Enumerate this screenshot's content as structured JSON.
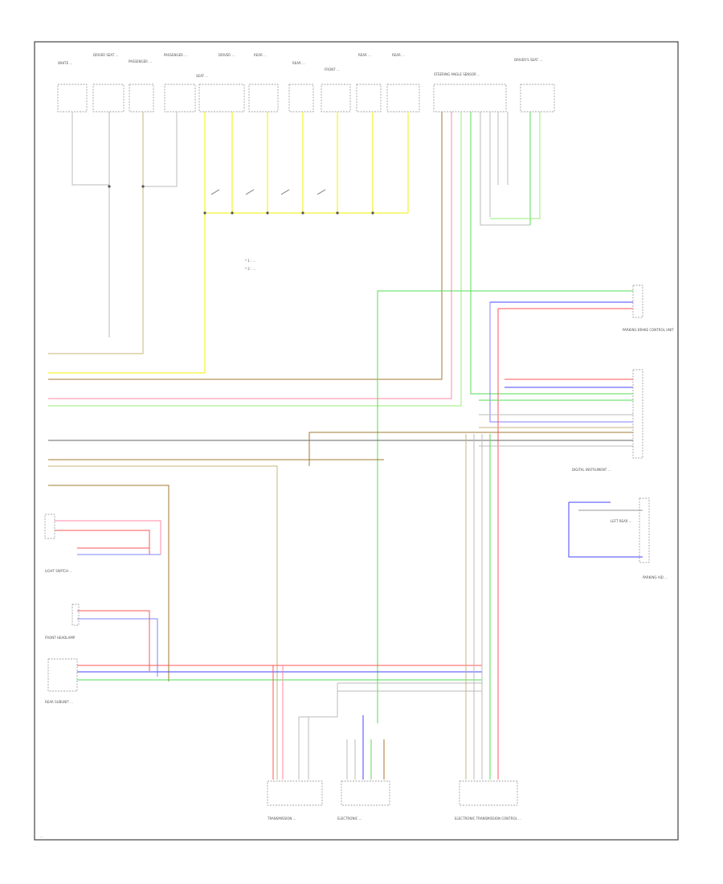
{
  "diagram": {
    "colors": {
      "yellow": "#f2f200",
      "red": "#ff5555",
      "pink": "#ff8aa8",
      "green": "#55dd55",
      "lightgreen": "#99ee77",
      "blue": "#4444ff",
      "brown": "#a07a30",
      "tan": "#c8b478",
      "gray": "#999999",
      "darkgray": "#666666"
    },
    "page_footer": "...",
    "top_components": [
      "WHITE ...",
      "DRIVER SEAT ...",
      "PASSENGER ...",
      "PASSENGER ...",
      "SEAT ...",
      "DRIVER ...",
      "REAR ...",
      "REAR ...",
      "FRONT ...",
      "REAR ...",
      "REAR ...",
      "STEERING ANGLE SENSOR ...",
      "DRIVER'S SEAT ..."
    ],
    "legend_lines": [
      "* 1 : ...",
      "* 2 : ..."
    ],
    "right_components": [
      "PARKING BRAKE CONTROL UNIT",
      "DIGITAL INSTRUMENT ...",
      "LEFT REAR ...",
      "PARKING AID ..."
    ],
    "left_components": [
      "LIGHT SWITCH ...",
      "FRONT HEADLAMP",
      "REAR SUBUNIT ..."
    ],
    "bottom_components": [
      "TRANSMISSION ...",
      "ELECTRONIC ...",
      "ELECTRONIC TRANSMISSION CONTROL ..."
    ]
  }
}
